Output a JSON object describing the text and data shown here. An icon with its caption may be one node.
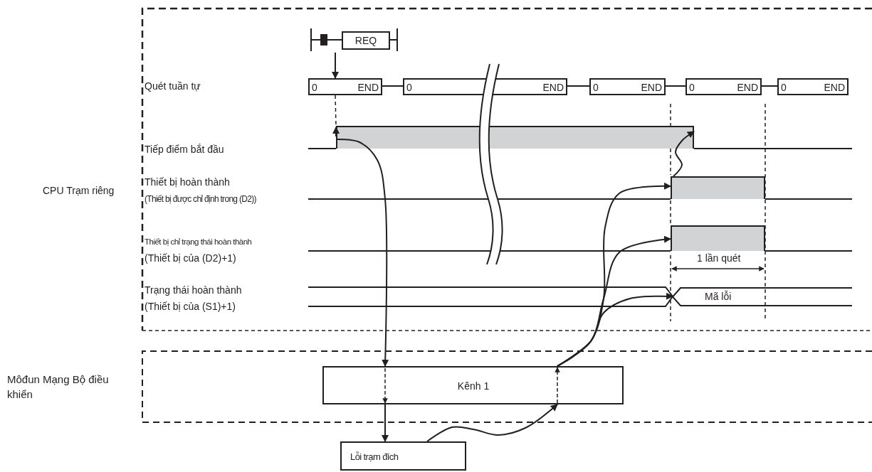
{
  "diagram": {
    "nodes": [
      {
        "text": [
          "CPU Trạm riêng"
        ]
      },
      {
        "text": [
          "REQ"
        ],
        "in": 0
      },
      {
        "text": [
          "0",
          "END"
        ],
        "in": 0
      },
      {
        "text": [
          "0",
          "END"
        ],
        "in": 0
      },
      {
        "text": [
          "0",
          "END"
        ],
        "in": 0
      },
      {
        "text": [
          "0",
          "END"
        ],
        "in": 0
      },
      {
        "text": [
          "0",
          "END"
        ],
        "in": 0
      },
      {
        "text": [],
        "shape": "bar",
        "in": 0
      },
      {
        "text": [],
        "shape": "bar",
        "in": 0
      },
      {
        "text": [],
        "shape": "bar",
        "in": 0
      },
      {
        "text": [
          "Mã lỗi"
        ],
        "in": 0
      },
      {
        "text": [
          "Môđun Mạng Bộ điều khiển"
        ]
      },
      {
        "text": [
          "Kênh 1"
        ],
        "in": 11
      },
      {
        "text": [
          "Lỗi trạm đích"
        ]
      }
    ],
    "edges": [
      {
        "from": 1,
        "to": 2,
        "arrow": "to"
      },
      {
        "from": 2,
        "to": 3,
        "arrow": "none"
      },
      {
        "from": 3,
        "to": 4,
        "arrow": "none"
      },
      {
        "from": 4,
        "to": 5,
        "arrow": "none"
      },
      {
        "from": 5,
        "to": 6,
        "arrow": "none"
      },
      {
        "from": 7,
        "to": 12,
        "arrow": "to"
      },
      {
        "from": 12,
        "to": 13,
        "arrow": "to"
      },
      {
        "from": 13,
        "to": 12,
        "arrow": "to"
      },
      {
        "from": 12,
        "to": 8,
        "arrow": "to"
      },
      {
        "from": 12,
        "to": 9,
        "arrow": "to"
      },
      {
        "from": 12,
        "to": 10,
        "arrow": "to"
      },
      {
        "from": 8,
        "to": 7,
        "arrow": "to"
      },
      {
        "from": 2,
        "to": 7,
        "arrow": "none",
        "style": "dashed"
      }
    ],
    "labels": [
      "Quét tuần tự",
      "Tiếp điểm bắt đầu",
      "Thiết bị hoàn thành",
      "(Thiết bị được chỉ định trong (D2))",
      "Thiết bị chỉ trạng thái hoàn thành",
      "(Thiết bị của (D2)+1)",
      "Trạng thái hoàn thành",
      "(Thiết bị của (S1)+1)",
      "1 lần quét"
    ]
  }
}
